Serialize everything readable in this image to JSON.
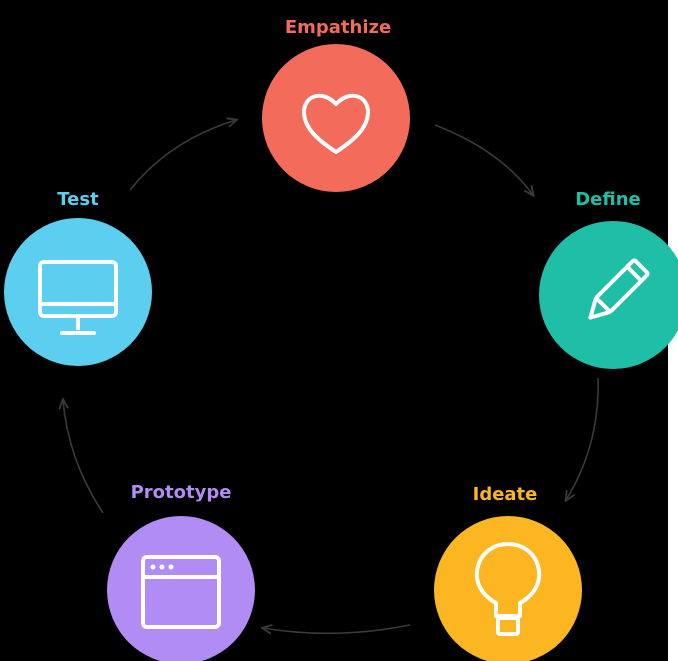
{
  "diagram": {
    "background": "#000000",
    "arrow_color": "#3a3a3a",
    "icon_stroke": "#ffffff",
    "stages": [
      {
        "label": "Empathize",
        "color": "#f26b5b",
        "icon": "heart-icon"
      },
      {
        "label": "Define",
        "color": "#1fbfa7",
        "icon": "pencil-icon"
      },
      {
        "label": "Ideate",
        "color": "#fbb622",
        "icon": "lightbulb-icon"
      },
      {
        "label": "Prototype",
        "color": "#b18cf4",
        "icon": "browser-window-icon"
      },
      {
        "label": "Test",
        "color": "#5ccef0",
        "icon": "monitor-icon"
      }
    ]
  }
}
